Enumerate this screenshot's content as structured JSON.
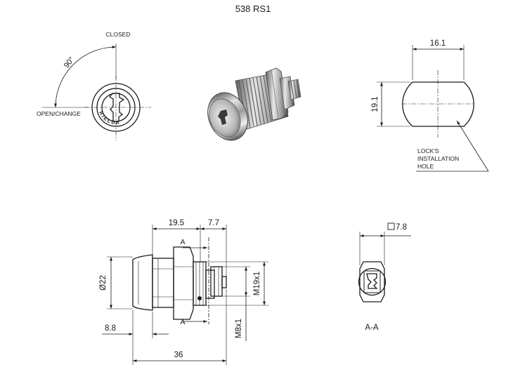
{
  "title": "538 RS1",
  "front_view": {
    "closed_label": "CLOSED",
    "open_label": "OPEN/CHANGE",
    "angle_label": "90°",
    "brand_text": "RIELDA"
  },
  "hole_view": {
    "width_label": "16.1",
    "height_label": "19.1",
    "callout": [
      "LOCK'S",
      "INSTALLATION",
      "HOLE"
    ]
  },
  "side_view": {
    "dim_top_left": "19.5",
    "dim_top_right": "7.7",
    "dim_diameter": "Ø22",
    "dim_thread_large": "M19x1",
    "dim_thread_small": "M8x1",
    "dim_face": "8.8",
    "dim_overall": "36",
    "section_mark_top": "A",
    "section_mark_bottom": "A"
  },
  "section_view": {
    "square_label": "7.8",
    "section_label": "A-A"
  }
}
